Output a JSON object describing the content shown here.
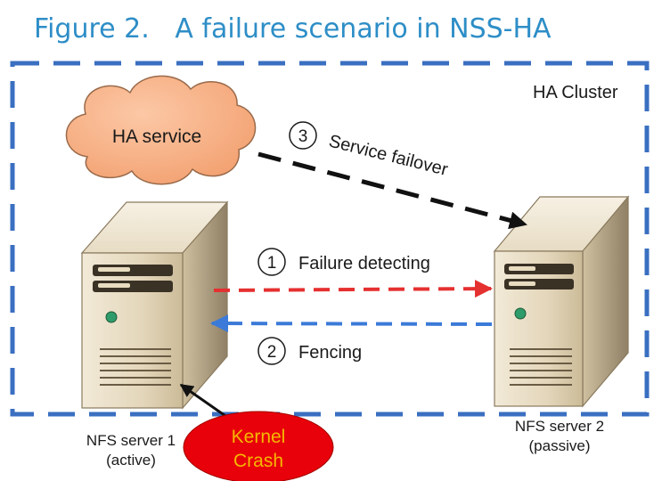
{
  "figure_title": "Figure 2.   A failure scenario in NSS-HA",
  "cluster": {
    "label": "HA Cluster"
  },
  "ha_service": {
    "label": "HA service"
  },
  "server1": {
    "label_line1": "NFS server 1",
    "label_line2": "(active)"
  },
  "server2": {
    "label_line1": "NFS server 2",
    "label_line2": "(passive)"
  },
  "steps": [
    {
      "number": "1",
      "label": "Failure detecting"
    },
    {
      "number": "2",
      "label": "Fencing"
    },
    {
      "number": "3",
      "label": "Service failover"
    }
  ],
  "crash": {
    "line1": "Kernel",
    "line2": "Crash"
  },
  "colors": {
    "title": "#2e8ec7",
    "cluster_border": "#3a6fc1",
    "cloud_fill": "#f8b58c",
    "crash_fill": "#e8000a",
    "crash_text": "#f5b800",
    "arrow_detect": "#e53030",
    "arrow_fence": "#3b7ad8",
    "arrow_failover": "#111111"
  }
}
